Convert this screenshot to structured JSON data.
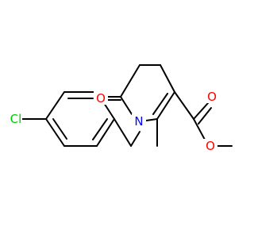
{
  "molecule": {
    "atoms": {
      "cl": {
        "symbol": "Cl",
        "color": "#00cc00"
      },
      "n": {
        "symbol": "N",
        "color": "#0000ff"
      },
      "o_carbonyl": {
        "symbol": "O",
        "color": "#ff0000"
      },
      "o_ester_double": {
        "symbol": "O",
        "color": "#ff0000"
      },
      "o_ester_single": {
        "symbol": "O",
        "color": "#ff0000"
      }
    },
    "bond_color": "#000000",
    "background": "#ffffff"
  }
}
